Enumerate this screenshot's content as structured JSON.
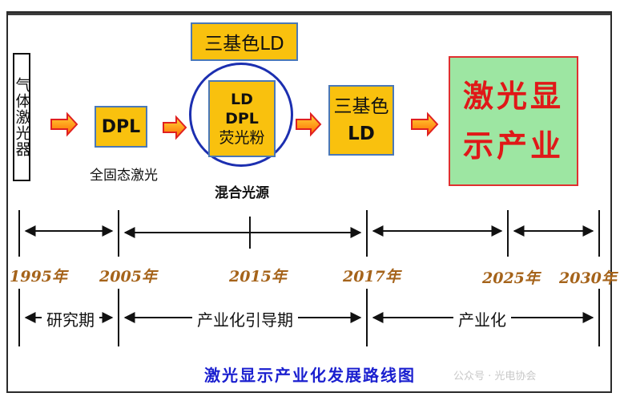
{
  "stages": {
    "gas_laser": "气体激光器",
    "dpl": "DPL",
    "solid_state_label": "全固态激光",
    "mixed": {
      "line1": "LD",
      "line2": "DPL",
      "line3": "荧光粉"
    },
    "mixed_label": "混合光源",
    "rgb_ld_top": "三基色LD",
    "rgb_ld": {
      "line1": "三基色",
      "line2": "LD"
    },
    "laser_display": {
      "line1": "激光显",
      "line2": "示产业"
    }
  },
  "timeline": {
    "years": [
      "1995年",
      "2005年",
      "2015年",
      "2017年",
      "2025年",
      "2030年"
    ],
    "periods": [
      "研究期",
      "产业化引导期",
      "产业化"
    ]
  },
  "caption": "激光显示产业化发展路线图",
  "watermark": "公众号 · 光电协会",
  "colors": {
    "box_fill": "#f9c10e",
    "final_fill": "#9de6a2",
    "final_text": "#e01818",
    "year_text": "#a5631a",
    "caption": "#1a1fcf"
  },
  "icons": [
    "right-arrow-icon"
  ]
}
